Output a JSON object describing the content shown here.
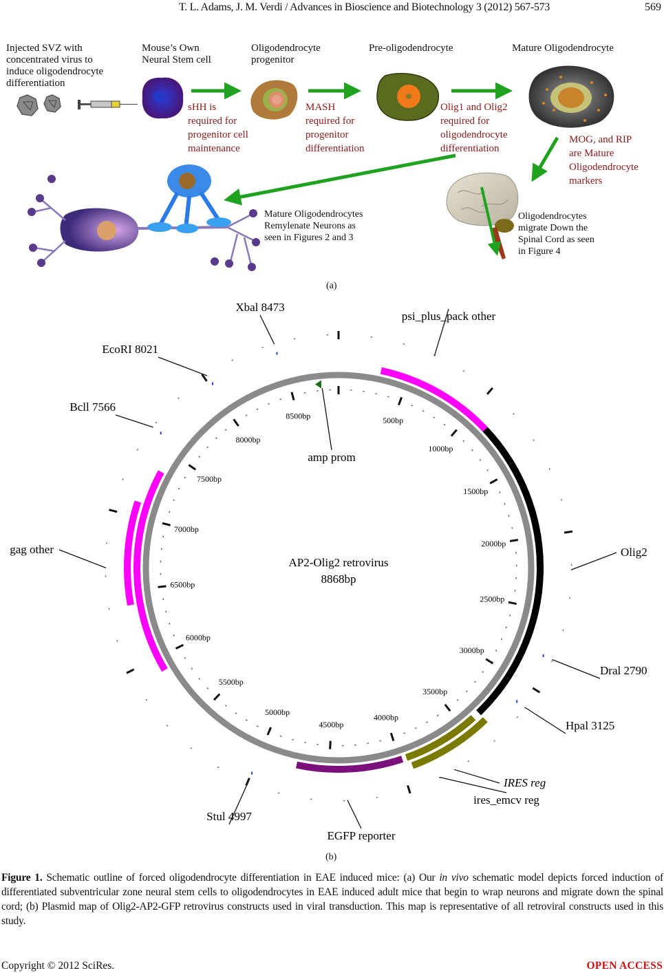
{
  "header": {
    "running_title": "T. L. Adams, J. M. Verdi / Advances in Bioscience and Biotechnology 3 (2012) 567-573",
    "page_number": "569"
  },
  "panel_a": {
    "label": "(a)",
    "stages": [
      {
        "id": "injection",
        "title": "Injected SVZ with\nconcentrated virus to\ninduce oligodendrocyte\ndifferentiation"
      },
      {
        "id": "nsc",
        "title": "Mouse’s Own\nNeural Stem cell"
      },
      {
        "id": "opc",
        "title": "Oligodendrocyte\nprogenitor"
      },
      {
        "id": "preol",
        "title": "Pre-oligodendrocyte"
      },
      {
        "id": "mature",
        "title": "Mature Oligodendrocyte"
      }
    ],
    "arrow_notes": [
      {
        "id": "shh",
        "text": "sHH is\nrequired for\nprogenitor cell\nmaintenance"
      },
      {
        "id": "mash",
        "text": "MASH\nrequired for\nprogenitor\ndifferentiation"
      },
      {
        "id": "olig",
        "text": "Olig1 and Olig2\nrequired for\noligodendrocyte\ndifferentiation"
      },
      {
        "id": "markers",
        "text": "MOG, and RIP\nare Mature\nOligodendrocyte\nmarkers"
      }
    ],
    "outcomes": [
      {
        "id": "remyelinate",
        "text": "Mature Oligodendrocytes\nRemylenate Neurons as\nseen in Figures 2 and 3"
      },
      {
        "id": "migrate",
        "text": "Oligodendrocytes\nmigrate Down the\nSpinal Cord as seen\nin Figure 4"
      }
    ]
  },
  "panel_b": {
    "label": "(b)",
    "plasmid_name": "AP2-Olig2 retrovirus",
    "plasmid_size": "8868bp"
  },
  "chart_data": {
    "type": "plasmid-map",
    "title": "AP2-Olig2 retrovirus",
    "total_bp": 8868,
    "tick_labels": [
      {
        "bp": 500,
        "label": "500bp"
      },
      {
        "bp": 1000,
        "label": "1000bp"
      },
      {
        "bp": 1500,
        "label": "1500bp"
      },
      {
        "bp": 2000,
        "label": "2000bp"
      },
      {
        "bp": 2500,
        "label": "2500bp"
      },
      {
        "bp": 3000,
        "label": "3000bp"
      },
      {
        "bp": 3500,
        "label": "3500bp"
      },
      {
        "bp": 4000,
        "label": "4000bp"
      },
      {
        "bp": 4500,
        "label": "4500bp"
      },
      {
        "bp": 5000,
        "label": "5000bp"
      },
      {
        "bp": 5500,
        "label": "5500bp"
      },
      {
        "bp": 6000,
        "label": "6000bp"
      },
      {
        "bp": 6500,
        "label": "6500bp"
      },
      {
        "bp": 7000,
        "label": "7000bp"
      },
      {
        "bp": 7500,
        "label": "7500bp"
      },
      {
        "bp": 8000,
        "label": "8000bp"
      },
      {
        "bp": 8500,
        "label": "8500bp"
      }
    ],
    "features": [
      {
        "name": "psi_plus_pack other",
        "start": 300,
        "end": 1150,
        "color": "#ff00ff",
        "track": 1
      },
      {
        "name": "Olig2",
        "start": 1150,
        "end": 3350,
        "color": "#000000",
        "track": 1
      },
      {
        "name": "IRES reg",
        "start": 3400,
        "end": 3950,
        "color": "#7a7a00",
        "track": 1
      },
      {
        "name": "ires_emcv reg",
        "start": 3350,
        "end": 3930,
        "color": "#7a7a00",
        "track": 2
      },
      {
        "name": "EGFP reporter",
        "start": 3980,
        "end": 4730,
        "color": "#7b0f7b",
        "track": 1
      },
      {
        "name": "gag other",
        "start": 5900,
        "end": 7350,
        "color": "#ff00ff",
        "track": 1
      },
      {
        "name": "gag other (2)",
        "start": 6400,
        "end": 7100,
        "color": "#ff00ff",
        "track": 2
      },
      {
        "name": "amp prom",
        "start": 8720,
        "end": 8760,
        "color": "#1a6b1a",
        "track": 0
      }
    ],
    "restriction_sites": [
      {
        "label": "XbaI 8473",
        "display": "Xbal 8473",
        "bp": 8473
      },
      {
        "label": "EcoRI 8021",
        "display": "EcoRI 8021",
        "bp": 8021
      },
      {
        "label": "BclI 7566",
        "display": "Bcll 7566",
        "bp": 7566
      },
      {
        "label": "DraI 2790",
        "display": "Dral 2790",
        "bp": 2790
      },
      {
        "label": "HpaI 3125",
        "display": "Hpal 3125",
        "bp": 3125
      },
      {
        "label": "StuI 4997",
        "display": "Stul 4997",
        "bp": 4997
      }
    ],
    "feature_labels": [
      {
        "text": "psi_plus_pack other",
        "bp": 600
      },
      {
        "text": "Olig2",
        "bp": 2230
      },
      {
        "text": "IRES reg",
        "bp": 3700
      },
      {
        "text": "ires_emcv reg",
        "bp": 3800
      },
      {
        "text": "EGFP reporter",
        "bp": 4380
      },
      {
        "text": "gag other",
        "bp": 6650
      },
      {
        "text": "amp prom",
        "bp": 8740
      }
    ]
  },
  "caption": {
    "figure_label": "Figure 1.",
    "text_before_italic": " Schematic outline of forced oligodendrocyte differentiation in EAE induced mice: (a) Our ",
    "italic": "in vivo",
    "text_after_italic": " schematic model depicts forced induction of differentiated subventricular zone neural stem cells to oligodendrocytes in EAE induced adult mice that begin to wrap neurons and migrate down the spinal cord; (b) Plasmid map of Olig2-AP2-GFP retrovirus constructs used in viral transduction. This map is representative of all retroviral constructs used in this study."
  },
  "footer": {
    "copyright": "Copyright © 2012 SciRes.",
    "open_access": "OPEN ACCESS"
  },
  "colors": {
    "arrow_green": "#1fa21f",
    "note_red": "#8b1a1a",
    "backbone_gray": "#8a8a8a",
    "open_access_red": "#d01010"
  }
}
